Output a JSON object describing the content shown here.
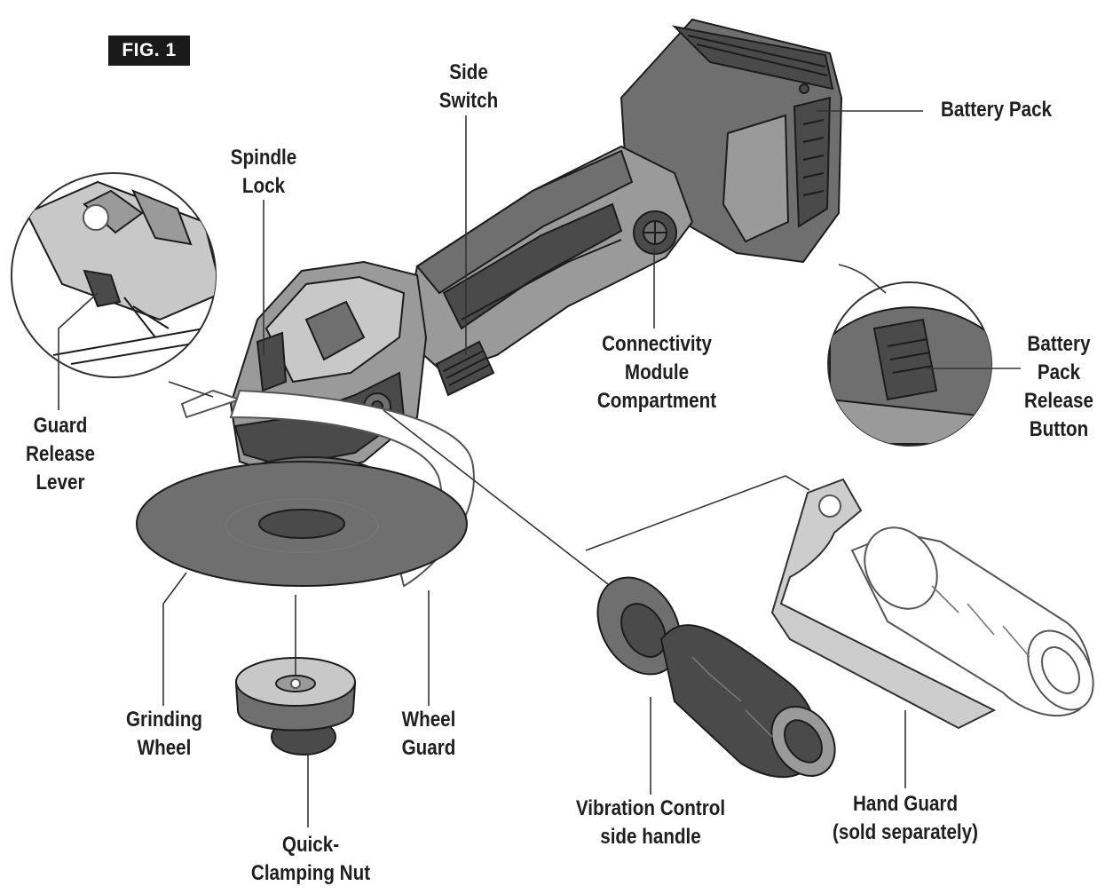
{
  "figure": {
    "tag": "FIG. 1"
  },
  "labels": {
    "side_switch": [
      "Side",
      "Switch"
    ],
    "spindle_lock": [
      "Spindle",
      "Lock"
    ],
    "battery_pack": [
      "Battery Pack"
    ],
    "connectivity_module": [
      "Connectivity",
      "Module",
      "Compartment"
    ],
    "battery_release": [
      "Battery",
      "Pack",
      "Release",
      "Button"
    ],
    "guard_release": [
      "Guard",
      "Release",
      "Lever"
    ],
    "grinding_wheel": [
      "Grinding",
      "Wheel"
    ],
    "wheel_guard": [
      "Wheel",
      "Guard"
    ],
    "quick_clamping_nut": [
      "Quick-",
      "Clamping Nut"
    ],
    "vibration_handle": [
      "Vibration Control",
      "side handle"
    ],
    "hand_guard": [
      "Hand Guard",
      "(sold separately)"
    ]
  },
  "colors": {
    "ink": "#1c1c1c",
    "dark_grey": "#4a4a4a",
    "mid_grey": "#6f6f6f",
    "light_grey": "#9a9a9a"
  }
}
